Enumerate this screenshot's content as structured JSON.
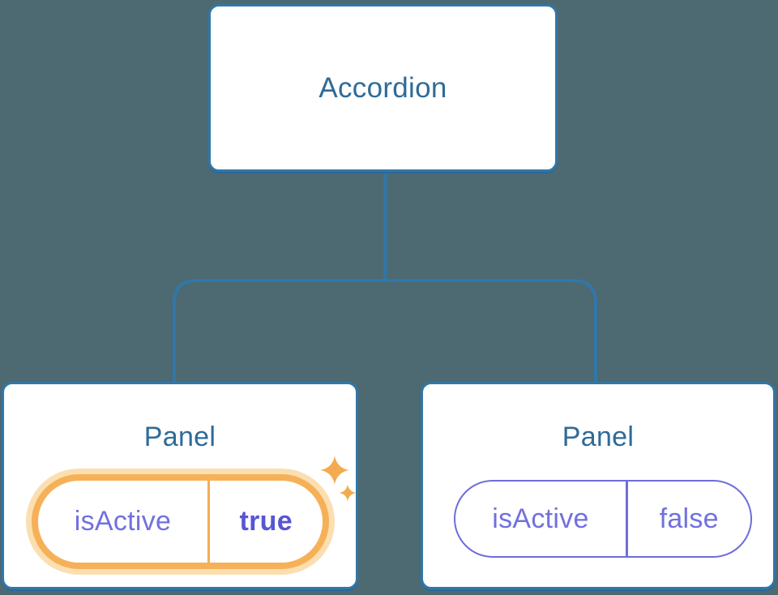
{
  "canvas": {
    "background_color": "#4d6972"
  },
  "palette": {
    "node_fill": "#ffffff",
    "node_border": "#3177a8",
    "connector_line": "#3177a8",
    "title_text": "#2e6b98",
    "state_text": "#7170df",
    "state_value_active_text": "#5756d3",
    "active_pill_border": "#f6b158",
    "active_pill_glow": "#fbdfb1",
    "inactive_pill_border": "#6e6dda",
    "sparkle": "#f4aa4d"
  },
  "diagram": {
    "root": {
      "label": "Accordion"
    },
    "children": [
      {
        "title": "Panel",
        "state": {
          "name": "isActive",
          "value": "true"
        },
        "highlighted": true,
        "icon": "sparkles-icon"
      },
      {
        "title": "Panel",
        "state": {
          "name": "isActive",
          "value": "false"
        },
        "highlighted": false
      }
    ]
  }
}
